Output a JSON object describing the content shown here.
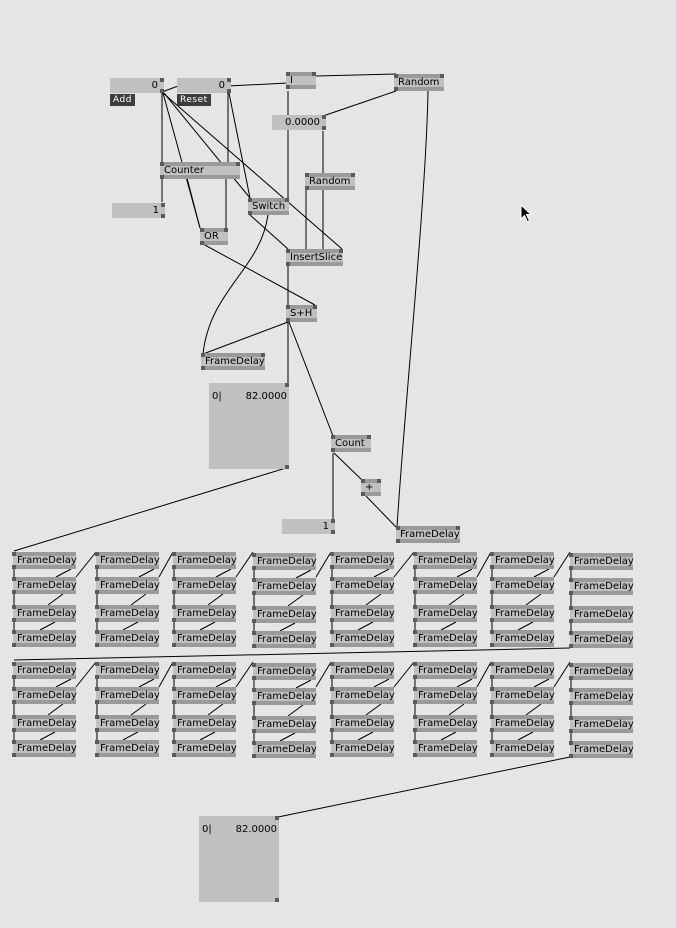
{
  "inputs": {
    "add_value": "0",
    "add_label": "Add",
    "reset_value": "0",
    "reset_label": "Reset",
    "toggle_value": "I",
    "random_value": "0.0000",
    "counter_out": "1",
    "count_out": "1"
  },
  "nodes": {
    "counter": "Counter",
    "switch": "Switch",
    "or": "OR",
    "random_top": "Random",
    "random_mid": "Random",
    "insert_slice": "InsertSlice",
    "sample_hold": "S+H",
    "frame_delay_feedback": "FrameDelay",
    "count": "Count",
    "plus": "+",
    "frame_delay_loop": "FrameDelay"
  },
  "renderer_top": {
    "index": "0|",
    "value": "82.0000"
  },
  "renderer_bottom": {
    "index": "0|",
    "value": "82.0000"
  },
  "grid": {
    "label": "FrameDelay",
    "groups": 2,
    "columns": 8,
    "rows": 4
  },
  "colors": {
    "background": "#e7e4e7",
    "node": "#c0c0c0",
    "band": "#9a9a9a",
    "pin": "#5a5a5a",
    "label_bg": "#3d3d3d"
  }
}
